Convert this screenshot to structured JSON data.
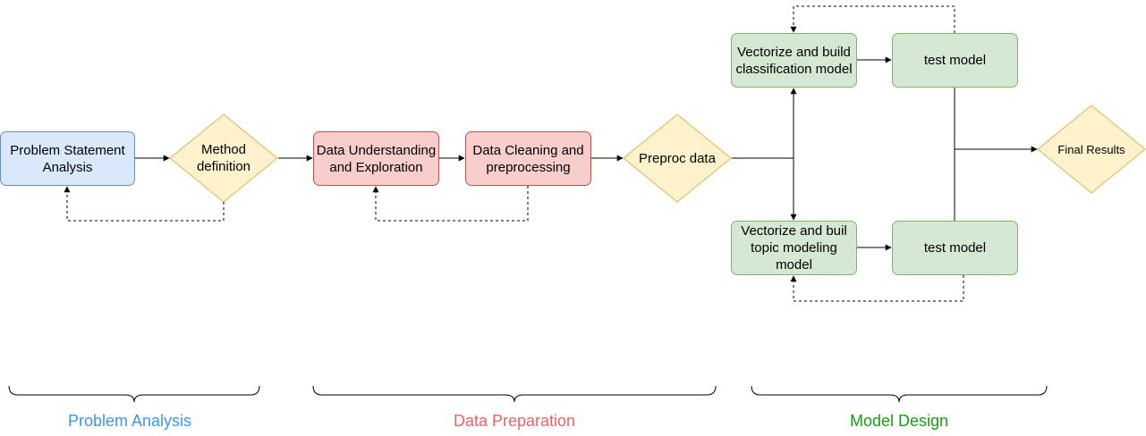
{
  "nodes": {
    "problem_statement": "Problem Statement Analysis",
    "method_definition": "Method definition",
    "data_understanding": "Data Understanding and Exploration",
    "data_cleaning": "Data Cleaning and preprocessing",
    "preproc_data": "Preproc data",
    "vectorize_classification": "Vectorize and build classification model",
    "test_model_top": "test model",
    "vectorize_topic": "Vectorize and buil topic modeling model",
    "test_model_bottom": "test model",
    "final_results": "Final Results"
  },
  "phases": {
    "problem_analysis": "Problem Analysis",
    "data_preparation": "Data Preparation",
    "model_design": "Model Design"
  },
  "colors": {
    "blue_fill": "#dae8fc",
    "blue_stroke": "#6c8ebf",
    "red_fill": "#f8cecc",
    "red_stroke": "#b85450",
    "green_fill": "#d5e8d4",
    "green_stroke": "#82b366",
    "diamond_fill": "#fff2cc",
    "diamond_stroke": "#d6b656",
    "phase_problem": "#3d96e0",
    "phase_data": "#e8636a",
    "phase_model": "#1a9a1a"
  }
}
